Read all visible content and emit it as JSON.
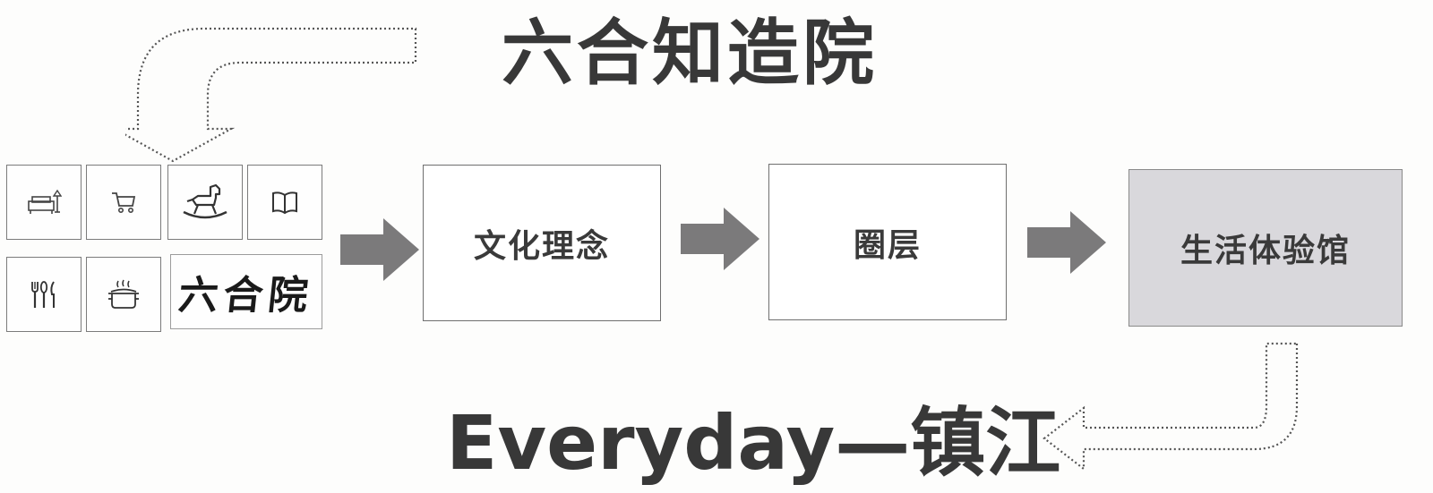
{
  "header": {
    "title": "六合知造院"
  },
  "footer": {
    "title": "Everyday—镇江"
  },
  "icon_tiles": [
    {
      "name": "sofa-icon"
    },
    {
      "name": "shopping-cart-icon"
    },
    {
      "name": "rocking-horse-icon"
    },
    {
      "name": "book-icon"
    },
    {
      "name": "cutlery-icon"
    },
    {
      "name": "cooking-pot-icon"
    }
  ],
  "logo": {
    "text": "六合院"
  },
  "flow": {
    "steps": [
      {
        "label": "文化理念"
      },
      {
        "label": "圈层"
      },
      {
        "label": "生活体验馆",
        "highlighted": true
      }
    ]
  },
  "colors": {
    "text": "#383838",
    "arrow_fill": "#7b7a7b",
    "highlight_box": "#d9d8dc",
    "border": "#6f6f6f"
  }
}
